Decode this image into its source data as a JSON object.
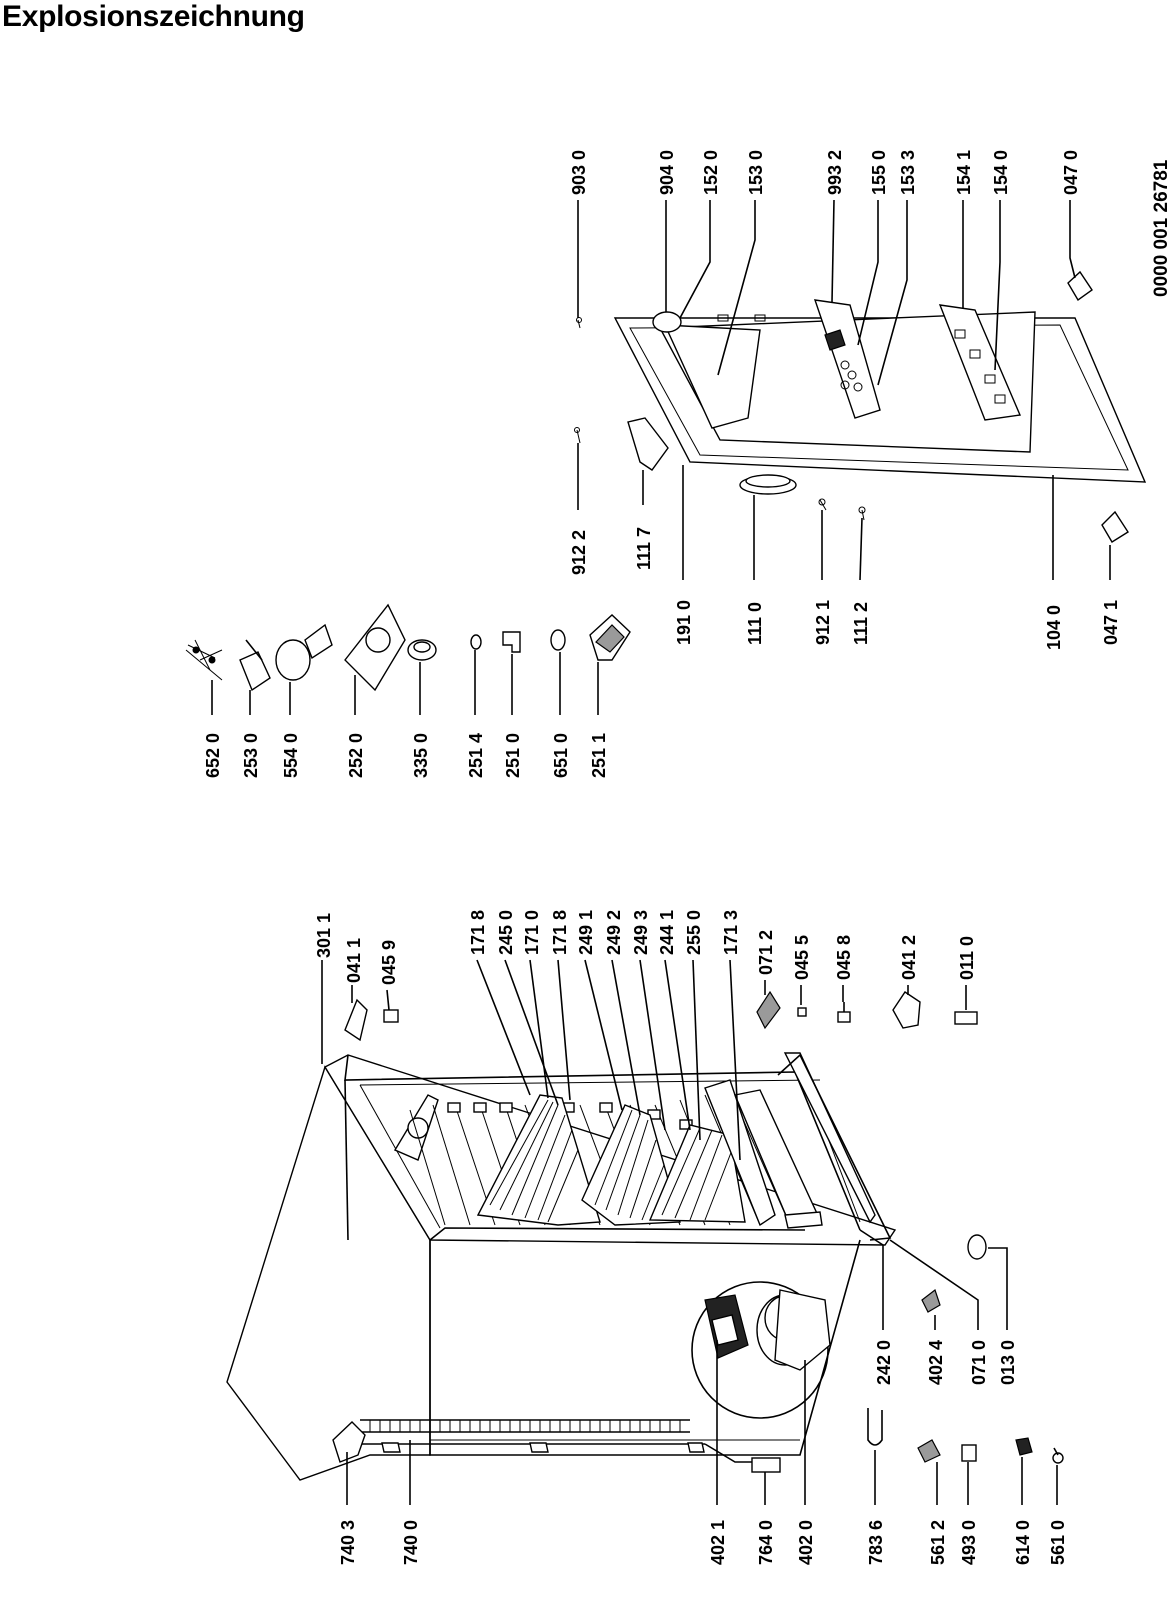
{
  "title": "Explosionszeichnung",
  "doc_number": "0000 001 26781",
  "part_labels": [
    "301  1",
    "041 1",
    "045 9",
    "171 8",
    "245 0",
    "171 0",
    "171 8",
    "249 1",
    "249 2",
    "249 3",
    "244 1",
    "255 0",
    "171 3",
    "071 2",
    "045 5",
    "045 8",
    "041 2",
    "011 0",
    "652 0",
    "253 0",
    "554 0",
    "252 0",
    "335 0",
    "251 4",
    "251 0",
    "651 0",
    "251 1",
    "903 0",
    "904 0",
    "152 0",
    "153 0",
    "993 2",
    "155 0",
    "153 3",
    "154 1",
    "154 0",
    "047 0",
    "912 2",
    "111 7",
    "191 0",
    "111 0",
    "912 1",
    "111 2",
    "104  0",
    "047 1",
    "242 0",
    "402 4",
    "071 0",
    "013 0",
    "740 3",
    "740 0",
    "402 1",
    "764 0",
    "402 0",
    "783 6",
    "561 2",
    "493 0",
    "614 0",
    "561 0"
  ]
}
